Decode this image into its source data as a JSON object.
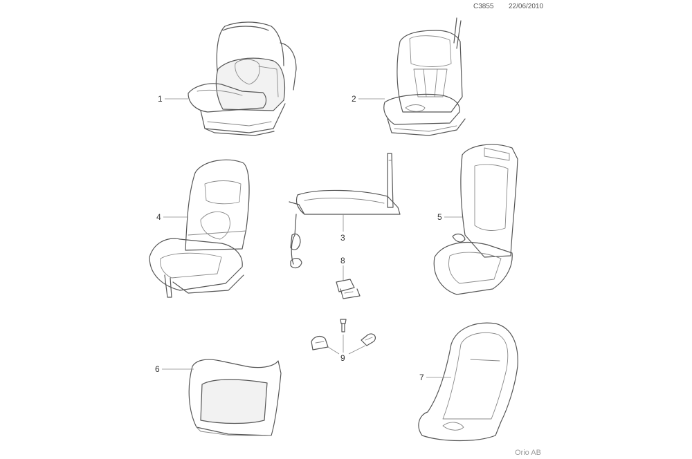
{
  "header": {
    "code": "C3855",
    "date": "22/06/2010"
  },
  "footer": {
    "brand": "Orio AB"
  },
  "callouts": [
    "1",
    "2",
    "3",
    "4",
    "5",
    "6",
    "7",
    "8",
    "9"
  ]
}
